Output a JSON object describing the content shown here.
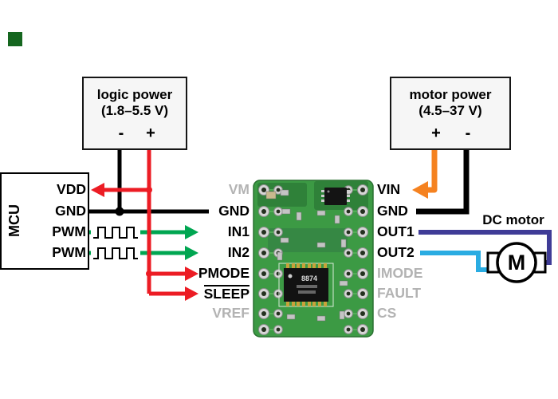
{
  "colors": {
    "wire_red": "#ec1c24",
    "wire_black": "#000000",
    "wire_green": "#00a651",
    "wire_orange": "#f58220",
    "wire_purple": "#3f3c97",
    "wire_cyan": "#2aace2",
    "muted_label": "#b3b3b3",
    "board_green": "#3c9a44"
  },
  "logic_power": {
    "line1": "logic power",
    "line2": "(1.8–5.5 V)",
    "minus": "-",
    "plus": "+"
  },
  "motor_power": {
    "line1": "motor power",
    "line2": "(4.5–37 V)",
    "plus": "+",
    "minus": "-"
  },
  "mcu": {
    "label": "MCU",
    "pins": [
      "VDD",
      "GND",
      "PWM",
      "PWM"
    ]
  },
  "driver_board": {
    "left_pins": [
      "VM",
      "GND",
      "IN1",
      "IN2",
      "PMODE",
      "SLEEP",
      "VREF"
    ],
    "right_pins": [
      "VIN",
      "GND",
      "OUT1",
      "OUT2",
      "IMODE",
      "FAULT",
      "CS"
    ],
    "chip_marking": "8874"
  },
  "motor": {
    "label": "DC motor",
    "symbol": "M"
  }
}
